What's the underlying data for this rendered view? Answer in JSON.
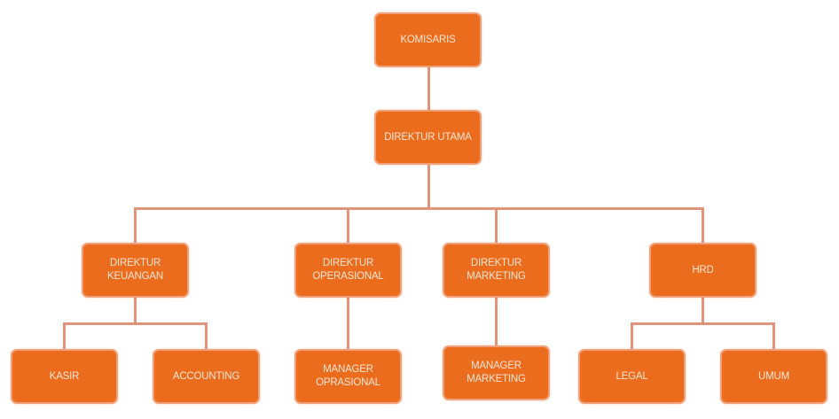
{
  "diagram": {
    "type": "org-chart",
    "colors": {
      "box_fill": "#ea6c1c",
      "box_border": "#f0a07a",
      "text": "#fbe6d6",
      "connector": "#e0957a"
    },
    "nodes": {
      "komisaris": "KOMISARIS",
      "direktur_utama": "DIREKTUR UTAMA",
      "direktur_keuangan": "DIREKTUR\nKEUANGAN",
      "direktur_operasional": "DIREKTUR\nOPERASIONAL",
      "direktur_marketing": "DIREKTUR\nMARKETING",
      "hrd": "HRD",
      "kasir": "KASIR",
      "accounting": "ACCOUNTING",
      "manager_oprasional": "MANAGER\nOPRASIONAL",
      "manager_marketing": "MANAGER\nMARKETING",
      "legal": "LEGAL",
      "umum": "UMUM"
    },
    "edges": [
      [
        "komisaris",
        "direktur_utama"
      ],
      [
        "direktur_utama",
        "direktur_keuangan"
      ],
      [
        "direktur_utama",
        "direktur_operasional"
      ],
      [
        "direktur_utama",
        "direktur_marketing"
      ],
      [
        "direktur_utama",
        "hrd"
      ],
      [
        "direktur_keuangan",
        "kasir"
      ],
      [
        "direktur_keuangan",
        "accounting"
      ],
      [
        "direktur_operasional",
        "manager_oprasional"
      ],
      [
        "direktur_marketing",
        "manager_marketing"
      ],
      [
        "hrd",
        "legal"
      ],
      [
        "hrd",
        "umum"
      ]
    ]
  }
}
